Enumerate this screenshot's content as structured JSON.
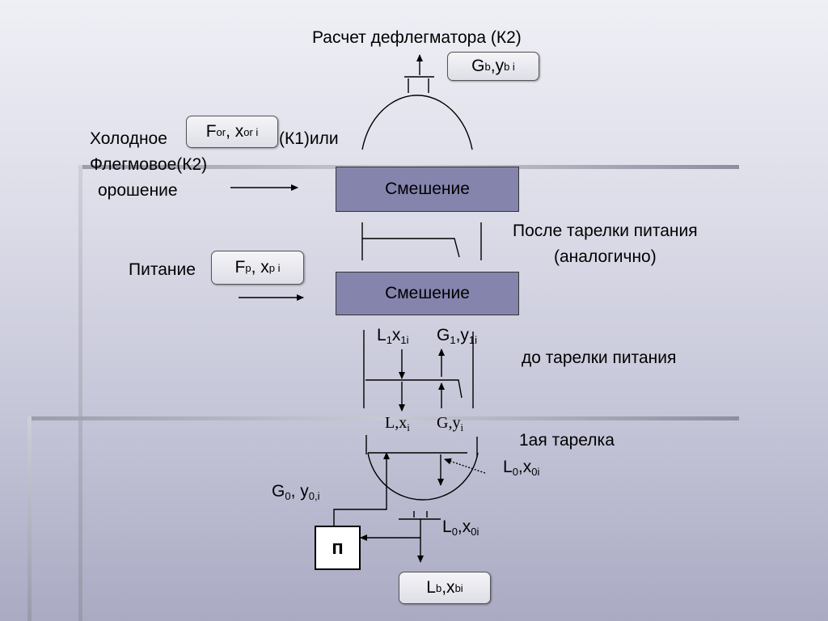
{
  "title": "Расчет дефлегматора (К2)",
  "box_top": {
    "main": "G",
    "sub1": "b",
    "mid": ",y",
    "sub2": "b i"
  },
  "box_cold": {
    "main": "F",
    "sub1": "or",
    "mid": ", x",
    "sub2": "or i"
  },
  "reflux_line1": "Холодное",
  "reflux_k1": "(К1)или",
  "reflux_line2": "Флегмовое(К2)",
  "reflux_line3": "орошение",
  "mixing_label": "Смешение",
  "after_feed_line1": "После тарелки питания",
  "after_feed_line2": "(аналогично)",
  "feed_label": "Питание",
  "box_feed": {
    "main": "F",
    "sub1": "p",
    "mid": ", x",
    "sub2": "p i"
  },
  "L1": {
    "main": "L",
    "sub1": "1",
    "mid": "x",
    "sub2": "1i"
  },
  "G1": {
    "main": "G",
    "sub1": "1",
    "mid": ",y",
    "sub2": "1i"
  },
  "before_feed": "до тарелки питания",
  "Lx": {
    "main": "L,x",
    "sub": "i"
  },
  "Gy": {
    "main": "G,y",
    "sub": "i"
  },
  "first_tray": "1ая тарелка",
  "L0_right": {
    "main": "L",
    "sub1": "0",
    "mid": ",x",
    "sub2": "0i"
  },
  "G0": {
    "main": "G",
    "sub1": "0",
    "mid": ", y",
    "sub2": "0,i"
  },
  "L0_bottom": {
    "main": "L",
    "sub1": "0",
    "mid": ",x",
    "sub2": "0i"
  },
  "reboiler": "п",
  "box_bottom": {
    "main": "L",
    "sub1": "b",
    "mid": ",x",
    "sub2": "bi"
  }
}
